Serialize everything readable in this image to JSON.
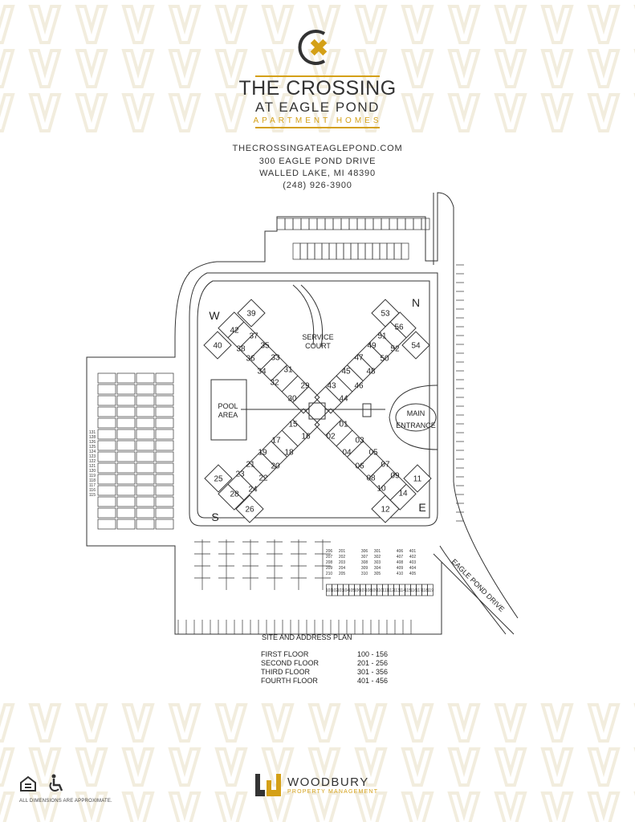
{
  "brand": {
    "title": "THE CROSSING",
    "subtitle": "AT EAGLE POND",
    "tagline": "APARTMENT HOMES",
    "gold": "#d4a017",
    "dark": "#333333"
  },
  "contact": {
    "website": "THECROSSINGATEAGLEPOND.COM",
    "address": "300 EAGLE POND DRIVE",
    "city": "WALLED LAKE, MI 48390",
    "phone": "(248) 926-3900"
  },
  "compass": {
    "north": "N",
    "south": "S",
    "east": "E",
    "west": "W"
  },
  "labels": {
    "service_court": [
      "SERVICE",
      "COURT"
    ],
    "pool_area": [
      "POOL",
      "AREA"
    ],
    "main_entrance": [
      "MAIN",
      "ENTRANCE"
    ],
    "road": "EAGLE POND DRIVE"
  },
  "units": [
    "01",
    "02",
    "03",
    "04",
    "05",
    "06",
    "07",
    "08",
    "09",
    "10",
    "11",
    "12",
    "14",
    "15",
    "16",
    "17",
    "18",
    "19",
    "20",
    "21",
    "22",
    "23",
    "24",
    "25",
    "26",
    "28",
    "29",
    "30",
    "31",
    "32",
    "33",
    "34",
    "35",
    "36",
    "37",
    "38",
    "39",
    "40",
    "42",
    "43",
    "44",
    "45",
    "46",
    "47",
    "48",
    "49",
    "50",
    "51",
    "52",
    "53",
    "54",
    "56"
  ],
  "parking_labels": {
    "top_row_a": [
      "101",
      "102",
      "103",
      "104",
      "105",
      "106",
      "107",
      "108",
      "109",
      "110",
      "111",
      "112",
      "113",
      "114",
      "115",
      "116",
      "117",
      "118",
      "119"
    ],
    "garage_blocks": [
      [
        "206",
        "207",
        "208",
        "209",
        "210"
      ],
      [
        "201",
        "202",
        "203",
        "204",
        "205"
      ],
      [
        "306",
        "307",
        "308",
        "309",
        "310"
      ],
      [
        "301",
        "302",
        "303",
        "304",
        "305"
      ],
      [
        "406",
        "407",
        "408",
        "409",
        "410"
      ],
      [
        "401",
        "402",
        "403",
        "404",
        "405"
      ]
    ],
    "west_rows": [
      "131",
      "128",
      "126",
      "125",
      "124",
      "123",
      "122",
      "121",
      "120",
      "119",
      "118",
      "117",
      "116",
      "115"
    ]
  },
  "plan": {
    "title": "SITE AND ADDRESS PLAN",
    "floors": [
      {
        "name": "FIRST FLOOR",
        "range": "100 - 156"
      },
      {
        "name": "SECOND FLOOR",
        "range": "201 - 256"
      },
      {
        "name": "THIRD FLOOR",
        "range": "301 - 356"
      },
      {
        "name": "FOURTH FLOOR",
        "range": "401 - 456"
      }
    ]
  },
  "footer": {
    "company": "WOODBURY",
    "company_sub": "PROPERTY MANAGEMENT",
    "note": "ALL DIMENSIONS ARE APPROXIMATE."
  },
  "icons": [
    "equal-housing-icon",
    "wheelchair-icon",
    "woodbury-logo-icon",
    "crossing-logo-icon"
  ]
}
